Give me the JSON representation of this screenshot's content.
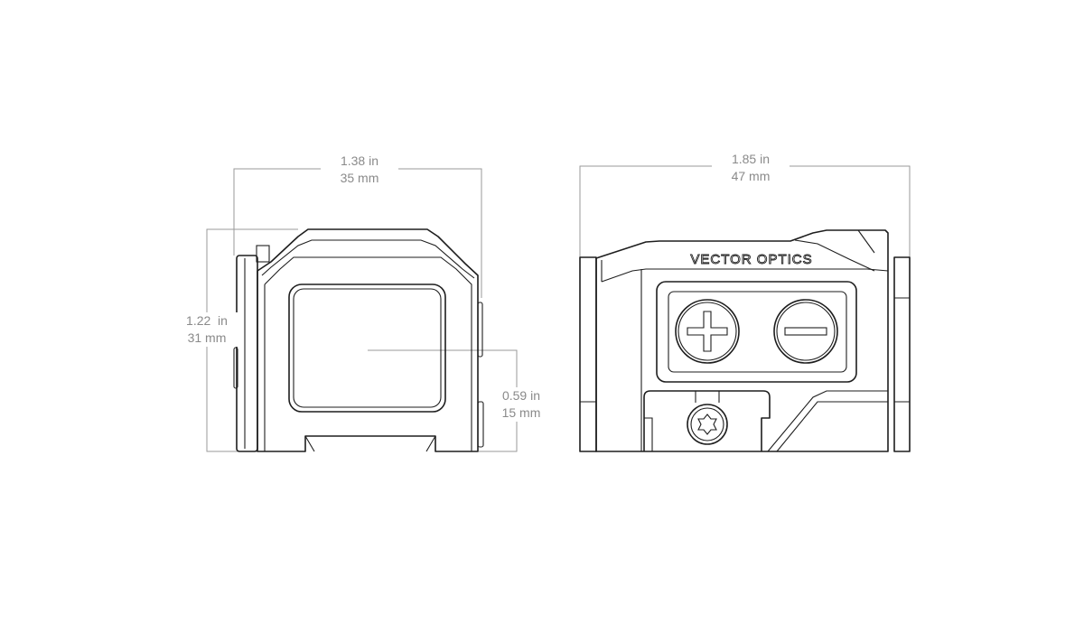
{
  "front_view": {
    "width": {
      "in": "1.38 in",
      "mm": "35 mm"
    },
    "height": {
      "in": "1.22  in",
      "mm": "31 mm"
    },
    "optical_axis_height": {
      "in": "0.59 in",
      "mm": "15 mm"
    }
  },
  "side_view": {
    "length": {
      "in": "1.85 in",
      "mm": "47 mm"
    },
    "logo": "VECTOR OPTICS"
  },
  "colors": {
    "line": "#1e1e1e",
    "dimension": "#9a9a9a"
  }
}
